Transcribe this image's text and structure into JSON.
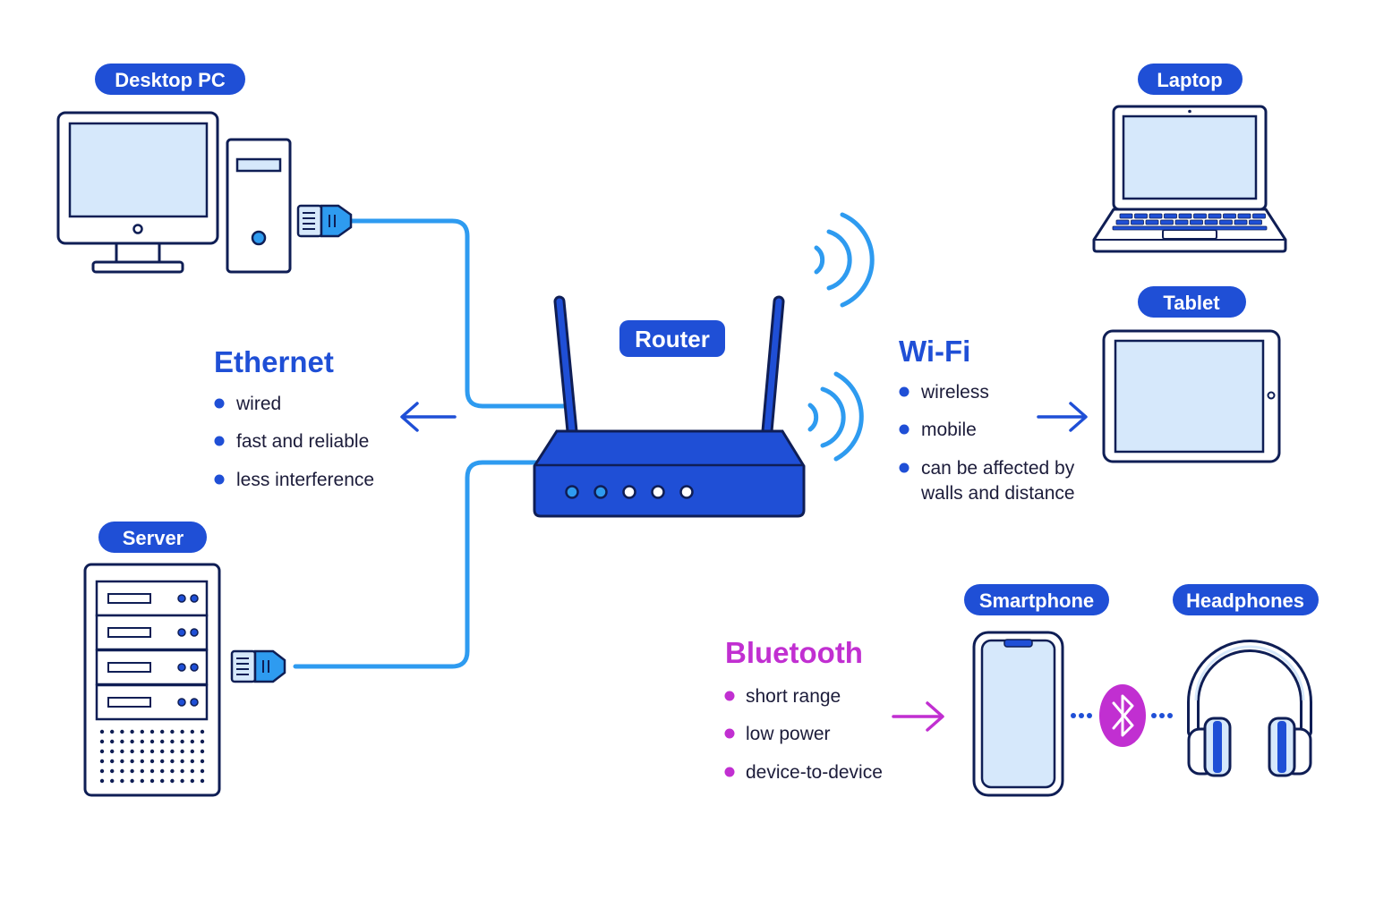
{
  "colors": {
    "primary": "#1f4fd6",
    "navy": "#0f1e55",
    "cable": "#2e9bf0",
    "screen": "#d6e8fb",
    "bluetooth": "#c12fd1",
    "text": "#1c1c3a"
  },
  "devices": {
    "desktop": {
      "label": "Desktop PC",
      "icon": "desktop-computer-icon"
    },
    "laptop": {
      "label": "Laptop",
      "icon": "laptop-icon"
    },
    "tablet": {
      "label": "Tablet",
      "icon": "tablet-icon"
    },
    "server": {
      "label": "Server",
      "icon": "server-icon"
    },
    "router": {
      "label": "Router",
      "icon": "router-icon"
    },
    "smartphone": {
      "label": "Smartphone",
      "icon": "smartphone-icon"
    },
    "headphones": {
      "label": "Headphones",
      "icon": "headphones-icon"
    }
  },
  "ethernet": {
    "title": "Ethernet",
    "bullets": [
      "wired",
      "fast and reliable",
      "less interference"
    ]
  },
  "wifi": {
    "title": "Wi-Fi",
    "bullets": [
      "wireless",
      "mobile",
      "can be affected by",
      "walls and distance"
    ]
  },
  "bluetooth": {
    "title": "Bluetooth",
    "bullets": [
      "short range",
      "low power",
      "device-to-device"
    ]
  }
}
